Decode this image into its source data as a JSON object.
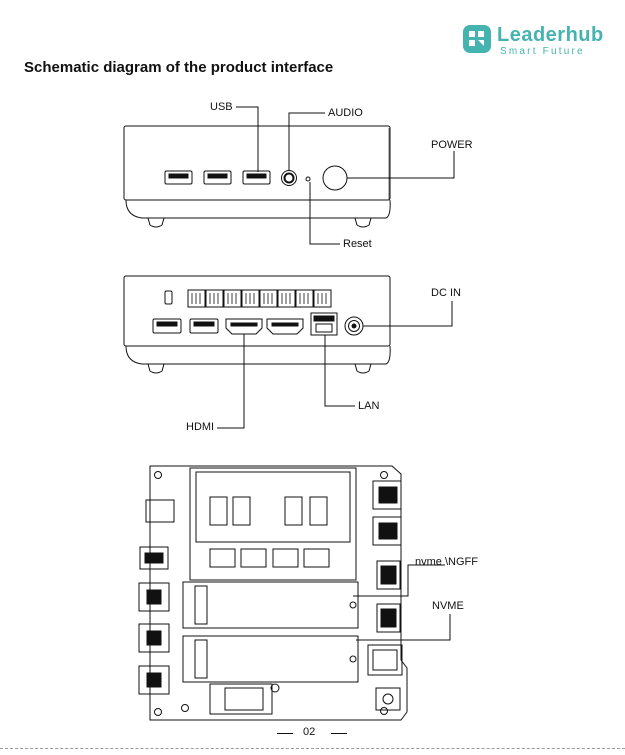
{
  "brand": {
    "name": "Leaderhub",
    "tagline": "Smart Future",
    "color": "#45b3b0"
  },
  "heading": "Schematic diagram of the product interface",
  "front_view": {
    "labels": {
      "usb": "USB",
      "audio": "AUDIO",
      "power": "POWER",
      "reset": "Reset"
    }
  },
  "rear_view": {
    "labels": {
      "dc_in": "DC IN",
      "lan": "LAN",
      "hdmi": "HDMI"
    }
  },
  "board_view": {
    "labels": {
      "ngff": "nvme \\NGFF",
      "nvme": "NVME"
    }
  },
  "footer": {
    "page_number": "02"
  }
}
